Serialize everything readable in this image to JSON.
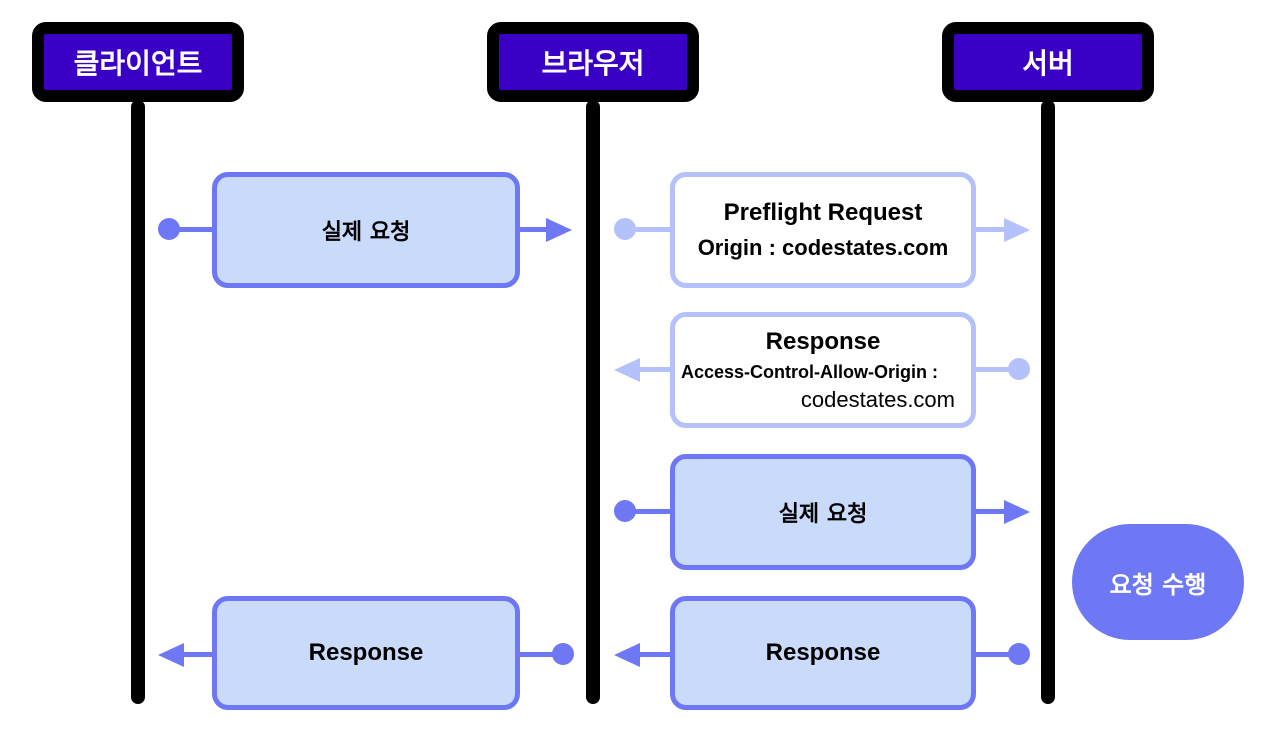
{
  "actors": {
    "client": "클라이언트",
    "browser": "브라우저",
    "server": "서버"
  },
  "messages": {
    "client_request": "실제 요청",
    "preflight_title": "Preflight Request",
    "preflight_origin": "Origin : codestates.com",
    "preflight_response_title": "Response",
    "preflight_response_header": "Access-Control-Allow-Origin :",
    "preflight_response_value": "codestates.com",
    "server_request": "실제 요청",
    "server_response": "Response",
    "client_response": "Response"
  },
  "process": {
    "label": "요청 수행"
  },
  "colors": {
    "actor_fill": "#3a00c6",
    "accent": "#6e78f5",
    "accent_light": "#b4c1fb",
    "box_fill": "#c9dafb"
  }
}
